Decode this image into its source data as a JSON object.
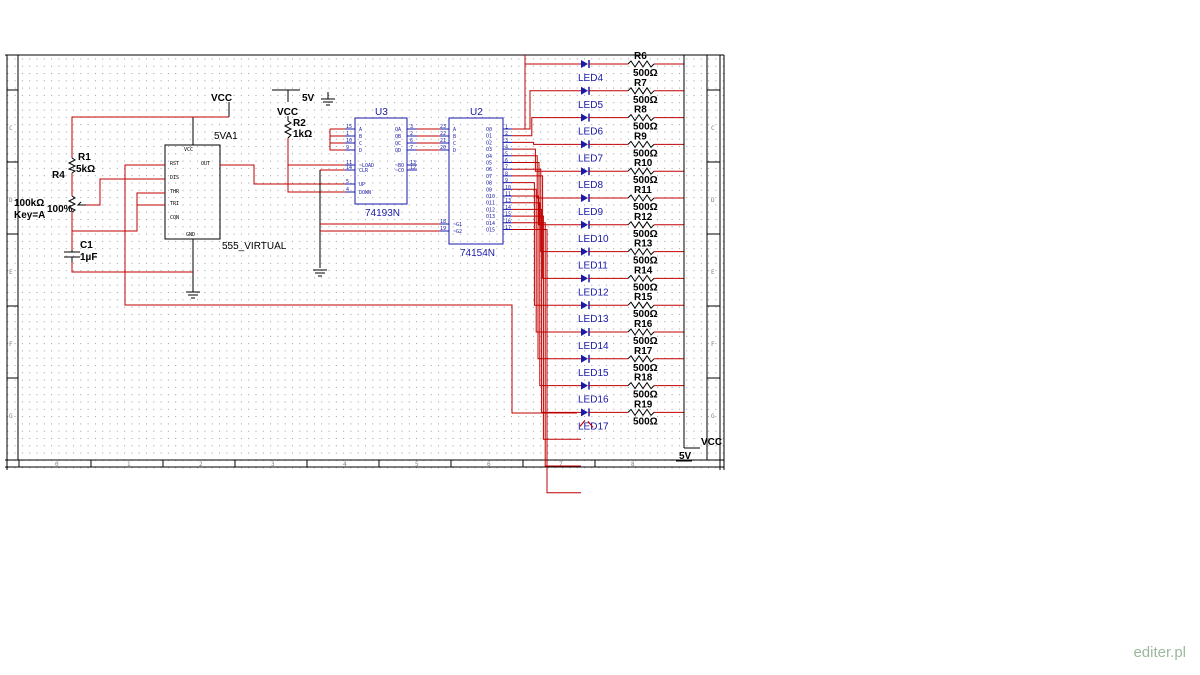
{
  "watermark": "editer.pl",
  "components": {
    "timer": {
      "ref": "5VA1",
      "type": "555_VIRTUAL",
      "pins": [
        "VCC",
        "RST",
        "OUT",
        "DIS",
        "THR",
        "TRI",
        "CON",
        "GND"
      ]
    },
    "r1": {
      "ref": "R1",
      "value": "5kΩ"
    },
    "r4": {
      "ref": "R4",
      "value": "100kΩ",
      "key": "Key=A",
      "percent": "100%"
    },
    "c1": {
      "ref": "C1",
      "value": "1µF"
    },
    "r2": {
      "ref": "R2",
      "value": "1kΩ"
    },
    "u3": {
      "ref": "U3",
      "type": "74193N",
      "left_pins": [
        [
          "15",
          "A"
        ],
        [
          "1",
          "B"
        ],
        [
          "10",
          "C"
        ],
        [
          "9",
          "D"
        ],
        [
          "11",
          "~LOAD"
        ],
        [
          "14",
          "CLR"
        ],
        [
          "5",
          "UP"
        ],
        [
          "4",
          "DOWN"
        ]
      ],
      "right_pins": [
        [
          "QA",
          "3"
        ],
        [
          "QB",
          "2"
        ],
        [
          "QC",
          "6"
        ],
        [
          "QD",
          "7"
        ],
        [
          "~BO",
          "13"
        ],
        [
          "~CO",
          "12"
        ]
      ]
    },
    "u2": {
      "ref": "U2",
      "type": "74154N",
      "left_pins": [
        [
          "23",
          "A"
        ],
        [
          "22",
          "B"
        ],
        [
          "21",
          "C"
        ],
        [
          "20",
          "D"
        ],
        [
          "18",
          "~G1"
        ],
        [
          "19",
          "~G2"
        ]
      ],
      "outputs": [
        "O0",
        "O1",
        "O2",
        "O3",
        "O4",
        "O5",
        "O6",
        "O7",
        "O8",
        "O9",
        "O10",
        "O11",
        "O12",
        "O13",
        "O14",
        "O15"
      ],
      "output_pins": [
        "1",
        "2",
        "3",
        "4",
        "5",
        "6",
        "7",
        "8",
        "9",
        "10",
        "11",
        "13",
        "14",
        "15",
        "16",
        "17"
      ]
    }
  },
  "power": {
    "vcc": "VCC",
    "v5": "5V"
  },
  "led_rows": [
    {
      "led": "LED4",
      "res": "R6",
      "value": "500Ω"
    },
    {
      "led": "LED5",
      "res": "R7",
      "value": "500Ω"
    },
    {
      "led": "LED6",
      "res": "R8",
      "value": "500Ω"
    },
    {
      "led": "LED7",
      "res": "R9",
      "value": "500Ω"
    },
    {
      "led": "LED8",
      "res": "R10",
      "value": "500Ω"
    },
    {
      "led": "LED9",
      "res": "R11",
      "value": "500Ω"
    },
    {
      "led": "LED10",
      "res": "R12",
      "value": "500Ω"
    },
    {
      "led": "LED11",
      "res": "R13",
      "value": "500Ω"
    },
    {
      "led": "LED12",
      "res": "R14",
      "value": "500Ω"
    },
    {
      "led": "LED13",
      "res": "R15",
      "value": "500Ω"
    },
    {
      "led": "LED14",
      "res": "R16",
      "value": "500Ω"
    },
    {
      "led": "LED15",
      "res": "R17",
      "value": "500Ω"
    },
    {
      "led": "LED16",
      "res": "R18",
      "value": "500Ω"
    },
    {
      "led": "LED17",
      "res": "R19",
      "value": "500Ω"
    }
  ],
  "ruler": {
    "bottom": [
      "0",
      "1",
      "2",
      "3",
      "4",
      "5",
      "6",
      "7",
      "8"
    ],
    "sides": [
      "C",
      "D",
      "E",
      "F",
      "G"
    ]
  },
  "colors": {
    "wire": "#c00000",
    "component": "#1a1aa8",
    "grid": "#9a9a9a",
    "background": "#ffffff"
  }
}
